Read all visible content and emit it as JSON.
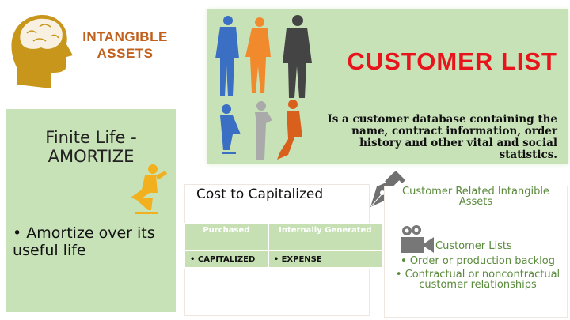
{
  "brand": {
    "line1": "INTANGIBLE",
    "line2": "ASSETS"
  },
  "customer_list": {
    "title": "CUSTOMER LIST",
    "description": "Is a customer database containing the name, contract information, order history and other vital and social statistics."
  },
  "finite_life": {
    "line1": "Finite Life -",
    "line2": "AMORTIZE",
    "bullet": "• Amortize over its useful life"
  },
  "cost": {
    "title": "Cost to Capitalized",
    "headers": [
      "Purchased",
      "Internally Generated"
    ],
    "values": [
      "•   CAPITALIZED",
      "•   EXPENSE"
    ]
  },
  "criteria": {
    "title": "Customer Related Intangible Assets",
    "subtitle": "Customer Lists",
    "items": [
      "•  Order or production backlog",
      "•  Contractual or noncontractual customer relationships"
    ]
  },
  "colors": {
    "green": "#c8e2b8",
    "red": "#e8141c",
    "orange": "#c0601c",
    "gold": "#c8961a",
    "text_green": "#5a8a3c"
  }
}
